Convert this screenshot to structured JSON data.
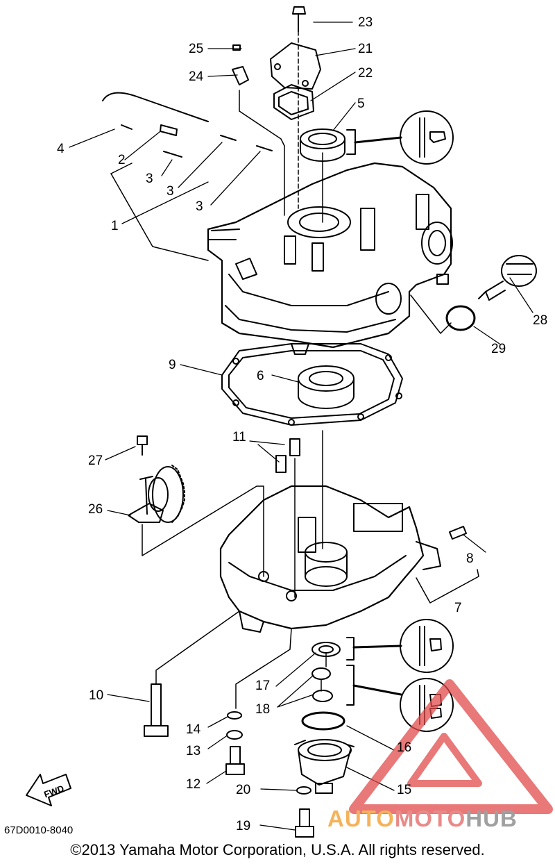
{
  "labels": [
    {
      "id": "1",
      "text": "1"
    },
    {
      "id": "2",
      "text": "2"
    },
    {
      "id": "3a",
      "text": "3"
    },
    {
      "id": "3b",
      "text": "3"
    },
    {
      "id": "3c",
      "text": "3"
    },
    {
      "id": "4",
      "text": "4"
    },
    {
      "id": "5",
      "text": "5"
    },
    {
      "id": "6",
      "text": "6"
    },
    {
      "id": "7",
      "text": "7"
    },
    {
      "id": "8",
      "text": "8"
    },
    {
      "id": "9",
      "text": "9"
    },
    {
      "id": "10",
      "text": "10"
    },
    {
      "id": "11",
      "text": "11"
    },
    {
      "id": "12",
      "text": "12"
    },
    {
      "id": "13",
      "text": "13"
    },
    {
      "id": "14",
      "text": "14"
    },
    {
      "id": "15",
      "text": "15"
    },
    {
      "id": "16",
      "text": "16"
    },
    {
      "id": "17",
      "text": "17"
    },
    {
      "id": "18",
      "text": "18"
    },
    {
      "id": "19",
      "text": "19"
    },
    {
      "id": "20",
      "text": "20"
    },
    {
      "id": "21",
      "text": "21"
    },
    {
      "id": "22",
      "text": "22"
    },
    {
      "id": "23",
      "text": "23"
    },
    {
      "id": "24",
      "text": "24"
    },
    {
      "id": "25",
      "text": "25"
    },
    {
      "id": "26",
      "text": "26"
    },
    {
      "id": "27",
      "text": "27"
    },
    {
      "id": "28",
      "text": "28"
    },
    {
      "id": "29",
      "text": "29"
    }
  ],
  "fwd_arrow_text": "FWD",
  "diagram_code": "67D0010-8040",
  "copyright": "©2013 Yamaha Motor Corporation, U.S.A. All rights reserved.",
  "watermark": {
    "part1": "AUTO",
    "part2": "MOTO",
    "part3": "HUB",
    "colors": {
      "part1": "#f5b25a",
      "part2": "#e88a88",
      "part3": "#a0a0a0",
      "triangle": "#e24b4b"
    }
  }
}
